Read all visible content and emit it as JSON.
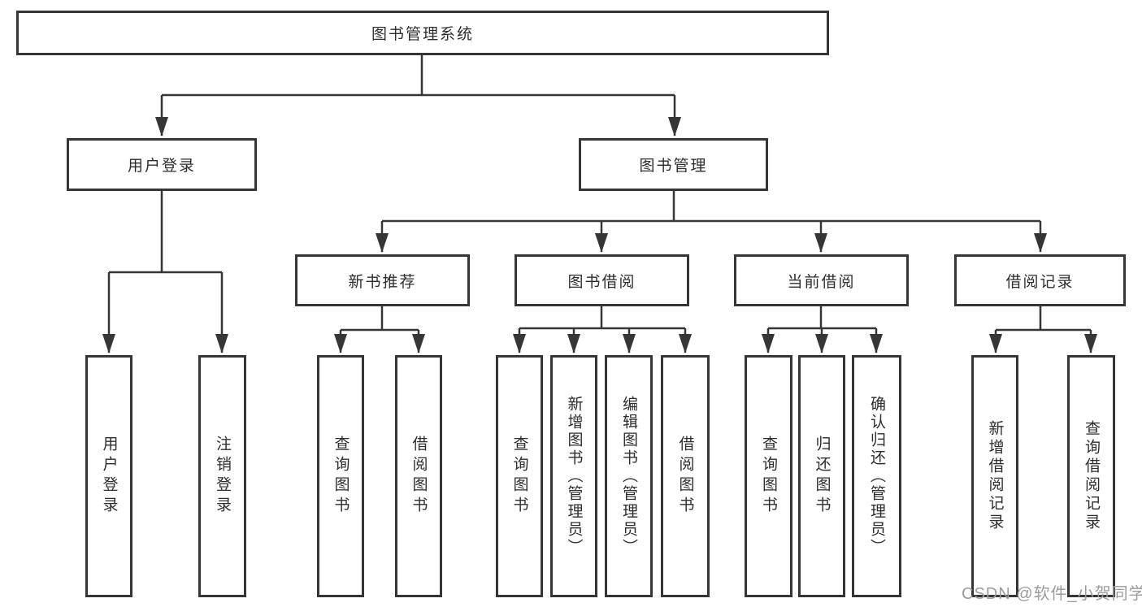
{
  "page": {
    "background": "#ffffff"
  },
  "colors": {
    "line": "#363636",
    "box_border": "#363636",
    "text": "#2d2d2d",
    "watermark": "#9c9c9c"
  },
  "watermark": {
    "text": "CSDN @软件_小贺同学"
  },
  "tree": {
    "root": {
      "label": "图书管理系统"
    },
    "branches": [
      {
        "label": "用户登录",
        "children": [
          {
            "label": "用户登录"
          },
          {
            "label": "注销登录"
          }
        ]
      },
      {
        "label": "图书管理",
        "children": [
          {
            "label": "新书推荐",
            "children": [
              {
                "label": "查询图书"
              },
              {
                "label": "借阅图书"
              }
            ]
          },
          {
            "label": "图书借阅",
            "children": [
              {
                "label": "查询图书"
              },
              {
                "label": "新增图书（管理员）"
              },
              {
                "label": "编辑图书（管理员）"
              },
              {
                "label": "借阅图书"
              }
            ]
          },
          {
            "label": "当前借阅",
            "children": [
              {
                "label": "查询图书"
              },
              {
                "label": "归还图书"
              },
              {
                "label": "确认归还（管理员）"
              }
            ]
          },
          {
            "label": "借阅记录",
            "children": [
              {
                "label": "新增借阅记录"
              },
              {
                "label": "查询借阅记录"
              }
            ]
          }
        ]
      }
    ]
  }
}
